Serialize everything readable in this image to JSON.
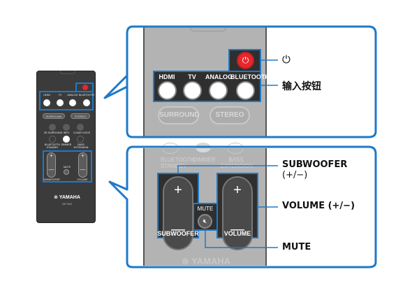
{
  "remote": {
    "brand": "YAMAHA",
    "model": "VAF7640",
    "buttons": {
      "power": "power",
      "inputs": [
        "HDMI",
        "TV",
        "ANALOG",
        "BLUETOOTH"
      ],
      "surround": "SURROUND",
      "stereo": "STEREO",
      "row1": [
        "3D SURROUND",
        "INFO",
        "CLEAR VOICE"
      ],
      "row2": [
        "BLUETOOTH STANDBY",
        "DIMMER",
        "BASS EXTENSION"
      ],
      "row2_big": [
        "BLUETOOTH",
        "STANDBY",
        "DIMMER",
        "BASS",
        "EXTENSION"
      ],
      "subwoofer": "SUBWOOFER",
      "volume": "VOLUME",
      "mute": "MUTE",
      "plus": "+",
      "minus": "—"
    }
  },
  "callouts": {
    "top": {
      "power_label": "⏻",
      "inputs_label": "输入按钮"
    },
    "bottom": {
      "subwoofer_label_line1": "SUBWOOFER",
      "subwoofer_label_line2": "(+/−)",
      "volume_label": "VOLUME (+/−)",
      "mute_label": "MUTE"
    }
  },
  "colors": {
    "callout_blue": "#1e7ac8",
    "power_red": "#e8262d",
    "remote_dark": "#2f2f2f",
    "remote_grey": "#b3b3b3"
  }
}
